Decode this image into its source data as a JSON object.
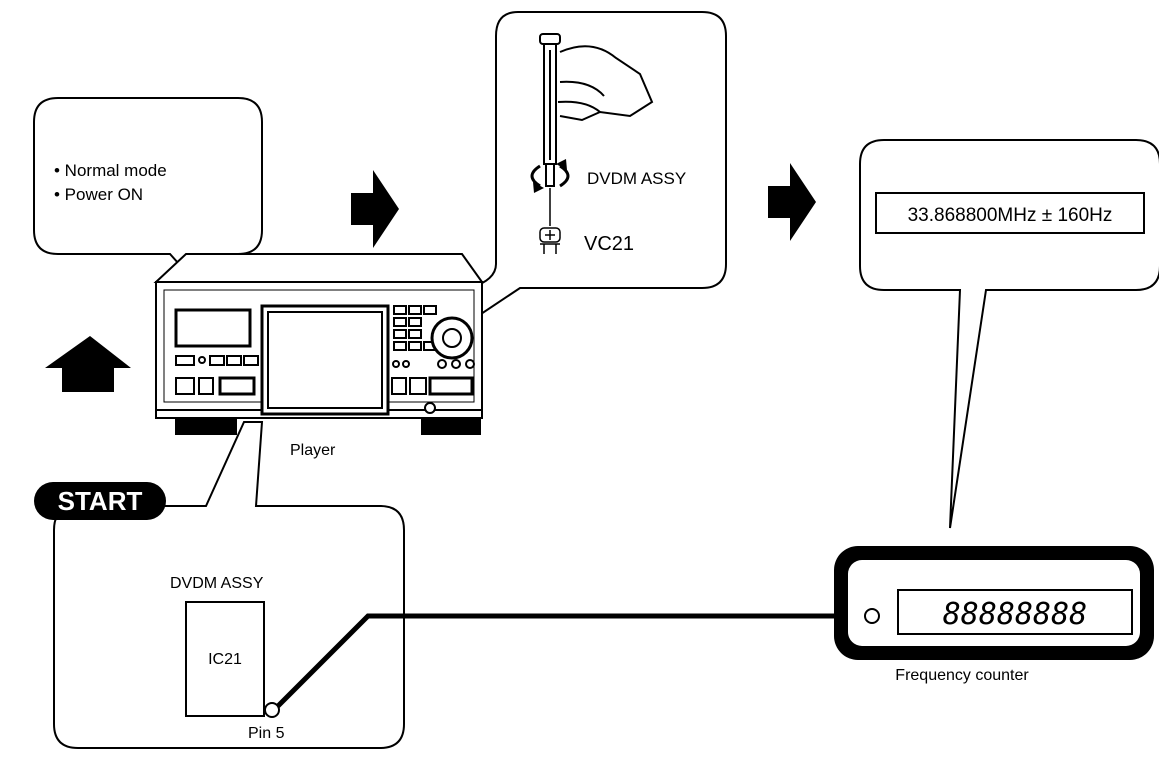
{
  "callout_mode": {
    "items": [
      "• Normal mode",
      "• Power ON"
    ]
  },
  "callout_adjust": {
    "assembly": "DVDM ASSY",
    "part": "VC21"
  },
  "player": {
    "label": "Player"
  },
  "start_badge": {
    "label": "START"
  },
  "callout_board": {
    "assembly": "DVDM ASSY",
    "ic": "IC21",
    "pin": "Pin 5"
  },
  "frequency_counter": {
    "readout": "33.868800MHz ± 160Hz",
    "display": "88888888",
    "label": "Frequency counter"
  },
  "icons": [
    "arrow-right-icon",
    "arrow-up-icon",
    "screwdriver-icon",
    "rotate-icon",
    "trimmer-capacitor-icon"
  ]
}
